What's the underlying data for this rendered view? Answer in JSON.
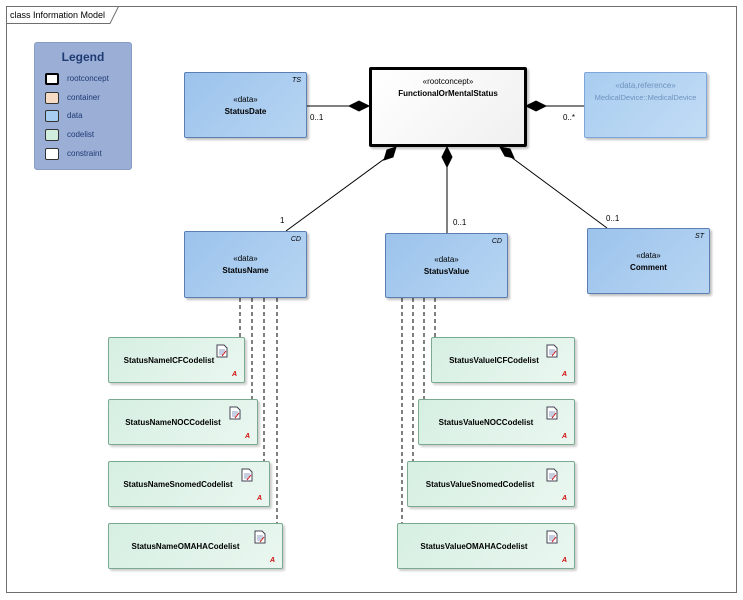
{
  "frame": {
    "title": "class Information Model"
  },
  "legend": {
    "title": "Legend",
    "items": [
      {
        "label": "rootconcept",
        "color": "#ffffff"
      },
      {
        "label": "container",
        "color": "#f6dcc4"
      },
      {
        "label": "data",
        "color": "#a7cdf0"
      },
      {
        "label": "codelist",
        "color": "#cfeedd"
      },
      {
        "label": "constraint",
        "color": "#ffffff"
      }
    ]
  },
  "classes": {
    "root": {
      "stereotype": "«rootconcept»",
      "name": "FunctionalOrMentalStatus"
    },
    "status_date": {
      "stereotype": "«data»",
      "name": "StatusDate",
      "tag": "TS"
    },
    "medical_device": {
      "stereotype": "«data,reference»",
      "name": "MedicalDevice::MedicalDevice"
    },
    "status_name": {
      "stereotype": "«data»",
      "name": "StatusName",
      "tag": "CD"
    },
    "status_value": {
      "stereotype": "«data»",
      "name": "StatusValue",
      "tag": "CD"
    },
    "comment": {
      "stereotype": "«data»",
      "name": "Comment",
      "tag": "ST"
    }
  },
  "multiplicities": {
    "status_date": "0..1",
    "medical_device": "0..*",
    "status_name": "1",
    "status_value": "0..1",
    "comment": "0..1"
  },
  "codelists": {
    "name_icf": "StatusNameICFCodelist",
    "name_noc": "StatusNameNOCCodelist",
    "name_snomed": "StatusNameSnomedCodelist",
    "name_omaha": "StatusNameOMAHACodelist",
    "value_icf": "StatusValueICFCodelist",
    "value_noc": "StatusValueNOCCodelist",
    "value_snomed": "StatusValueSnomedCodelist",
    "value_omaha": "StatusValueOMAHACodelist"
  },
  "codelist_badge": "A"
}
